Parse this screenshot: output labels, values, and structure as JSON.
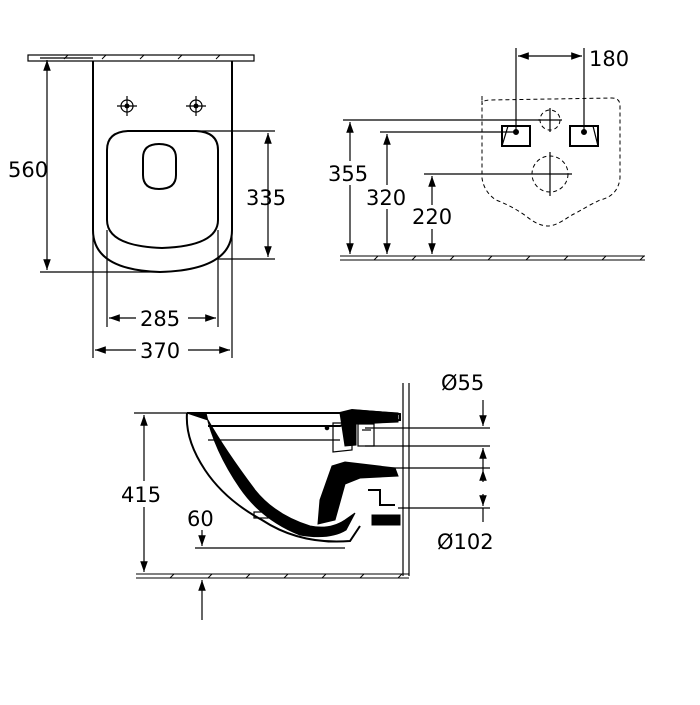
{
  "top_view": {
    "height_label": "560",
    "seat_depth_label": "335",
    "inner_width_label": "285",
    "outer_width_label": "370"
  },
  "rear_view": {
    "fixing_distance_label": "180",
    "height_355_label": "355",
    "height_320_label": "320",
    "height_220_label": "220"
  },
  "side_view": {
    "pipe_diameter_small_label": "Ø55",
    "pipe_diameter_large_label": "Ø102",
    "total_height_label": "415",
    "outlet_depth_label": "60"
  }
}
